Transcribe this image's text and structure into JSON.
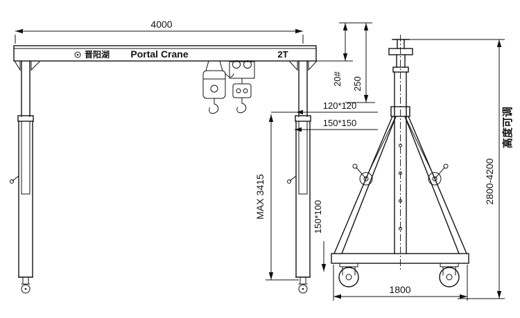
{
  "front_view": {
    "span": "4000",
    "brand": "晋阳湖",
    "title": "Portal Crane",
    "capacity": "2T",
    "beam_section": "20#",
    "clearance": "250",
    "upper_leg_section": "120*120",
    "lower_leg_section": "150*150",
    "max_height": "MAX 3415"
  },
  "side_view": {
    "caster_size": "150*100",
    "base_width": "1800",
    "height_range": "2800-4200",
    "height_note": "高度可调"
  }
}
